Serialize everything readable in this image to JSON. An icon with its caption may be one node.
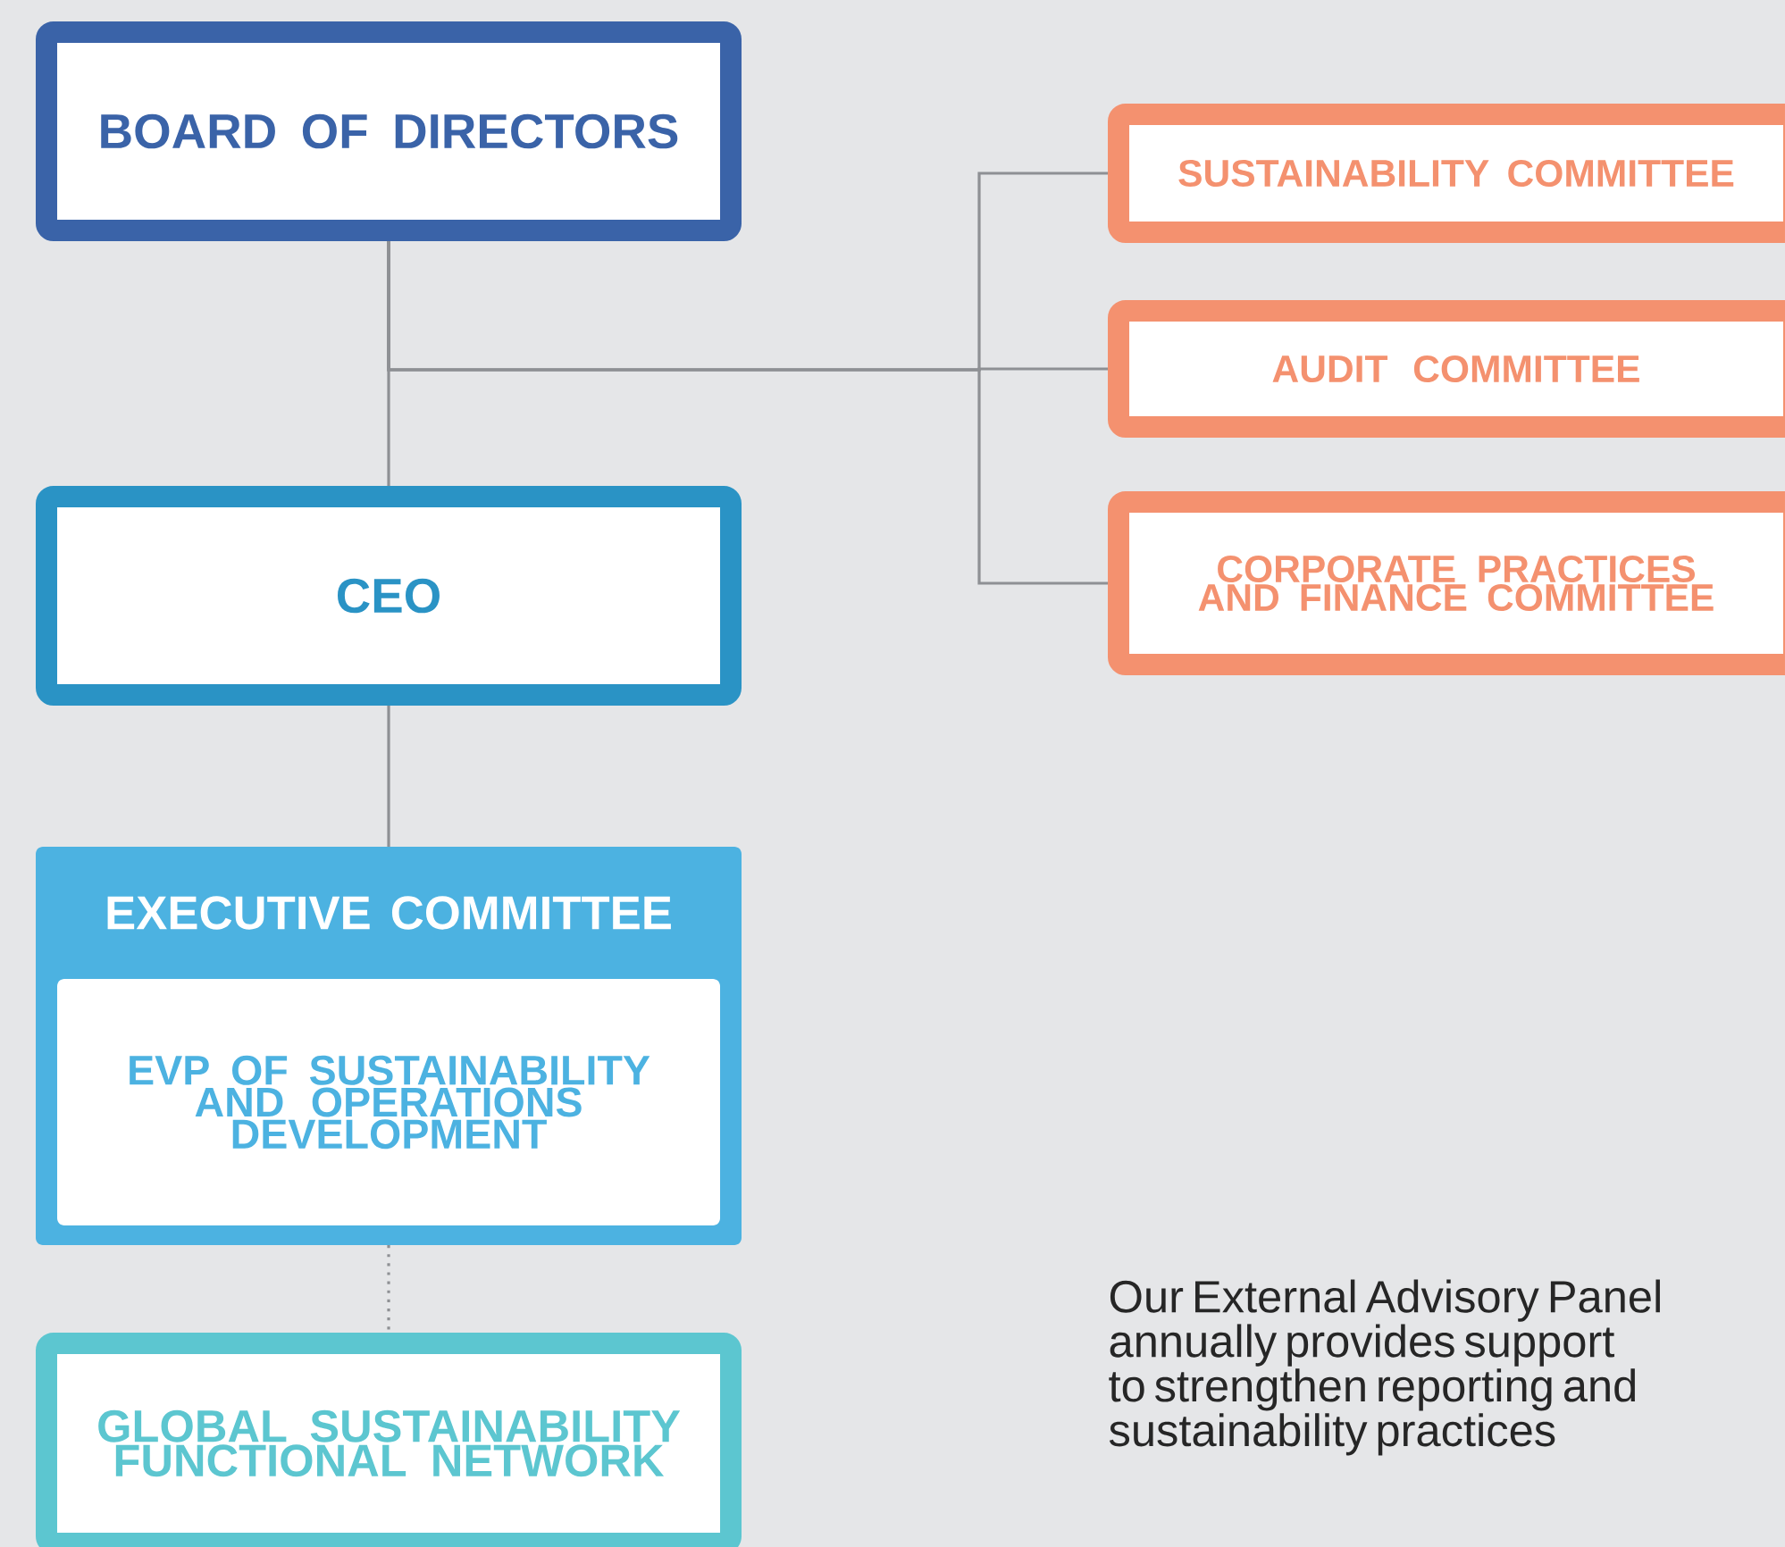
{
  "diagram": {
    "nodes": [
      {
        "text": [
          "BOARD OF DIRECTORS"
        ]
      },
      {
        "text": [
          "SUSTAINABILITY COMMITTEE"
        ]
      },
      {
        "text": [
          "AUDIT COMMITTEE"
        ]
      },
      {
        "text": [
          "CORPORATE PRACTICES AND FINANCE COMMITTEE"
        ]
      },
      {
        "text": [
          "CEO"
        ]
      },
      {
        "text": [
          "EXECUTIVE COMMITTEE"
        ]
      },
      {
        "text": [
          "EVP OF SUSTAINABILITY AND OPERATIONS DEVELOPMENT"
        ],
        "in": 5
      },
      {
        "text": [
          "GLOBAL SUSTAINABILITY FUNCTIONAL NETWORK"
        ]
      }
    ],
    "edges": [
      {
        "from": 0,
        "to": 1,
        "arrow": "none"
      },
      {
        "from": 0,
        "to": 2,
        "arrow": "none"
      },
      {
        "from": 0,
        "to": 3,
        "arrow": "none"
      },
      {
        "from": 0,
        "to": 4,
        "arrow": "none"
      },
      {
        "from": 4,
        "to": 5,
        "arrow": "none"
      },
      {
        "from": 5,
        "to": 7,
        "arrow": "none",
        "style": "dashed"
      }
    ],
    "labels": [
      "Our External Advisory Panel annually provides support to strengthen reporting and sustainability practices"
    ]
  }
}
